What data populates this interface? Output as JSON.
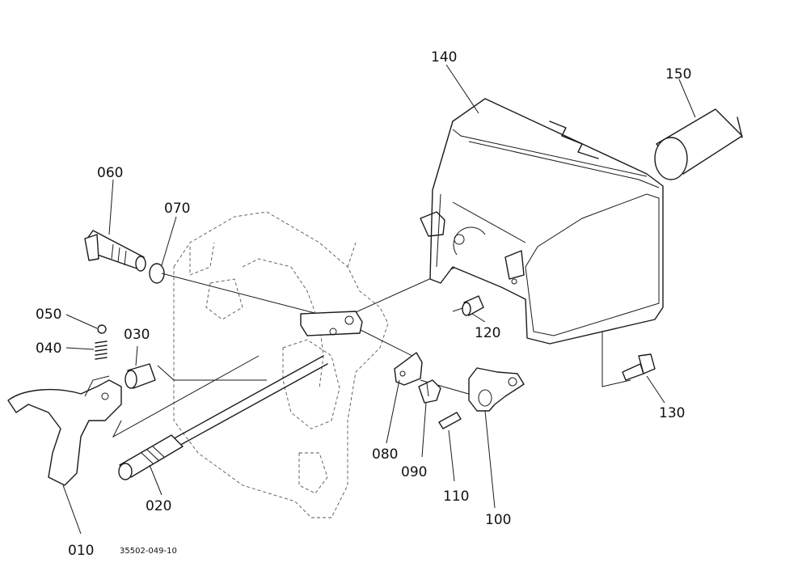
{
  "diagram": {
    "reference_code": "35502-049-10",
    "parts": [
      {
        "id": "p010",
        "label": "010"
      },
      {
        "id": "p020",
        "label": "020"
      },
      {
        "id": "p030",
        "label": "030"
      },
      {
        "id": "p040",
        "label": "040"
      },
      {
        "id": "p050",
        "label": "050"
      },
      {
        "id": "p060",
        "label": "060"
      },
      {
        "id": "p070",
        "label": "070"
      },
      {
        "id": "p080",
        "label": "080"
      },
      {
        "id": "p090",
        "label": "090"
      },
      {
        "id": "p100",
        "label": "100"
      },
      {
        "id": "p110",
        "label": "110"
      },
      {
        "id": "p120",
        "label": "120"
      },
      {
        "id": "p130",
        "label": "130"
      },
      {
        "id": "p140",
        "label": "140"
      },
      {
        "id": "p150",
        "label": "150"
      }
    ]
  }
}
